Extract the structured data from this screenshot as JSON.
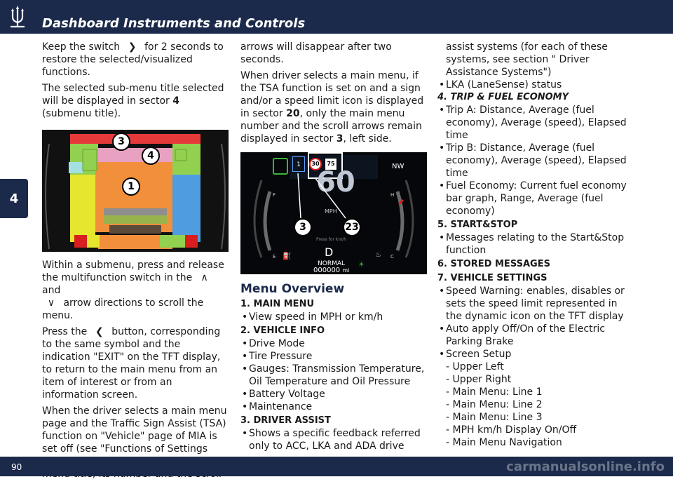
{
  "header": {
    "title": "Dashboard Instruments and Controls",
    "logo": "trident-logo"
  },
  "chapter_tab": "4",
  "footer": {
    "page_number": "90",
    "watermark": "carmanualsonline.info"
  },
  "col1": {
    "p1_before": "Keep the switch",
    "p1_after": "for 2 seconds to restore the selected/visualized functions.",
    "p2_before": "The selected sub-menu title selected will be displayed in sector",
    "p2_num": "4",
    "p2_after": "(submenu title).",
    "fig_badges": [
      "3",
      "4",
      "1"
    ],
    "p3_a": "Within a submenu, press and release the multifunction switch in the",
    "p3_b": "and",
    "p3_c": "arrow directions to scroll the menu.",
    "p4_a": "Press the",
    "p4_b": "button, corresponding to the same symbol and the indication \"EXIT\" on the TFT display, to return to the main menu from an item of interest or from an information screen.",
    "p5": "When the driver selects a main menu page and the Traffic Sign Assist (TSA) function on \"Vehicle\" page of MIA is set off (see \"Functions of Settings Menu on MIA\" in this section), main menu title, its number and the scroll"
  },
  "col2": {
    "p1": "arrows will disappear after two seconds.",
    "p2_a": "When driver selects a main menu, if the TSA function is set on and a sign and/or a speed limit icon is displayed in sector",
    "p2_num1": "20",
    "p2_b": ", only the main menu number and the scroll arrows remain displayed in sector",
    "p2_num2": "3",
    "p2_c": ", left side.",
    "display": {
      "speed": "60",
      "unit": "MPH",
      "heading": "NW",
      "limit1": "30",
      "limit2": "75",
      "menu_num": "1",
      "gear": "D",
      "mode": "NORMAL",
      "odometer": "000000",
      "odo_unit": "mi",
      "hint": "Press  for km/h",
      "fuel_f": "F",
      "fuel_e": "E",
      "temp_h": "H",
      "temp_c": "C",
      "badges": [
        "3",
        "23"
      ]
    },
    "heading": "Menu Overview",
    "s1": "1. MAIN MENU",
    "s1_items": [
      "View speed in MPH or km/h"
    ],
    "s2": "2. VEHICLE INFO",
    "s2_items": [
      "Drive Mode",
      "Tire Pressure",
      "Gauges: Transmission Temperature, Oil Temperature and Oil Pressure",
      "Battery Voltage",
      "Maintenance"
    ],
    "s3": "3. DRIVER ASSIST",
    "s3_items": [
      "Shows a specific feedback referred only to ACC, LKA and ADA drive"
    ]
  },
  "col3": {
    "cont1": "assist systems (for each of these systems, see section \" Driver Assistance Systems\")",
    "item_lka": "LKA (LaneSense) status",
    "s4": "4. TRIP & FUEL ECONOMY",
    "s4_items": [
      "Trip A: Distance, Average (fuel economy), Average (speed), Elapsed time",
      "Trip B: Distance, Average (fuel economy), Average (speed), Elapsed time",
      "Fuel Economy: Current fuel economy bar graph, Range, Average (fuel economy)"
    ],
    "s5": "5. START&STOP",
    "s5_items": [
      "Messages relating to the Start&Stop function"
    ],
    "s6": "6. STORED MESSAGES",
    "s7": "7. VEHICLE SETTINGS",
    "s7_items": [
      "Speed Warning: enables, disables or sets the speed limit represented in the dynamic icon on the TFT display",
      "Auto apply Off/On of the Electric Parking Brake",
      "Screen Setup"
    ],
    "sub_items": [
      "- Upper Left",
      "- Upper Right",
      "- Main Menu: Line 1",
      "- Main Menu: Line 2",
      "- Main Menu: Line 3",
      "- MPH km/h Display On/Off",
      "- Main Menu Navigation"
    ]
  }
}
